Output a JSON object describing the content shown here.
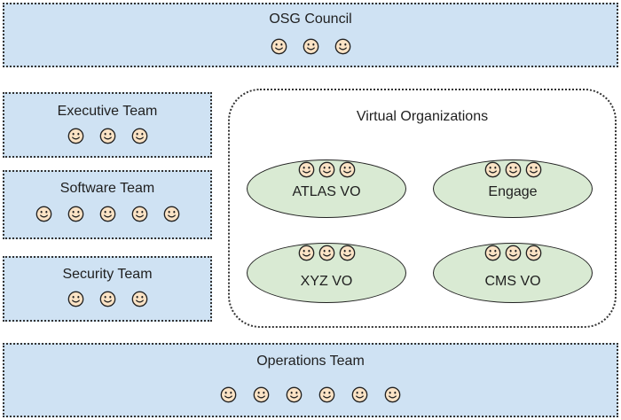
{
  "council": {
    "title": "OSG Council",
    "face_count": 3
  },
  "teams": [
    {
      "title": "Executive Team",
      "face_count": 3
    },
    {
      "title": "Software Team",
      "face_count": 5
    },
    {
      "title": "Security Team",
      "face_count": 3
    }
  ],
  "virtual_orgs": {
    "title": "Virtual Organizations",
    "items": [
      {
        "label": "ATLAS VO",
        "face_count": 3
      },
      {
        "label": "Engage",
        "face_count": 3
      },
      {
        "label": "XYZ VO",
        "face_count": 3
      },
      {
        "label": "CMS VO",
        "face_count": 3
      }
    ]
  },
  "operations": {
    "title": "Operations Team",
    "face_count": 6
  },
  "icons": {
    "person": "smiley-face-icon"
  },
  "colors": {
    "team_fill": "#cfe2f3",
    "vo_fill": "#d9ead3",
    "face_fill": "#fbe3c5"
  }
}
